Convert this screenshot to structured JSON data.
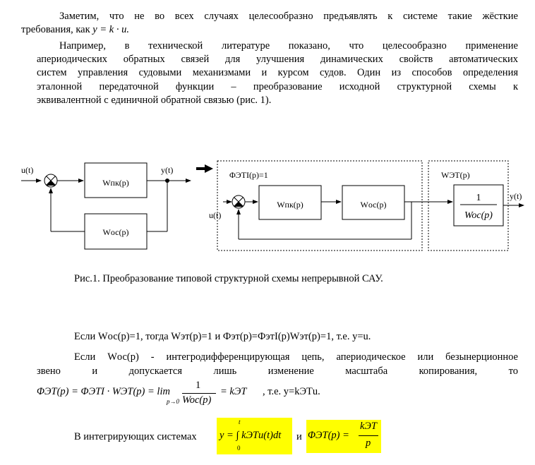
{
  "paragraphs": {
    "p1_line1": "Заметим, что не во всех случаях целесообразно предъявлять к системе такие жёсткие",
    "p1_line2_prefix": "требования, как",
    "p1_formula": "y = k · u.",
    "p2_line1": "Например, в технической литературе показано, что целесообразно применение",
    "p2_line2": "апериодических обратных связей для улучшения динамических свойств автоматических",
    "p2_line3": "систем управления судовыми механизмами и курсом судов. Один из способов определения",
    "p2_line4": "эталонной передаточной функции – преобразование исходной структурной схемы к",
    "p2_line5": "эквивалентной с единичной обратной связью (рис. 1)."
  },
  "diagram": {
    "input_left": "u(t)",
    "output_left": "y(t)",
    "block_pk_left": "Wпк(p)",
    "block_oc_left": "Wос(p)",
    "phi_label": "ΦЭТI(p)=1",
    "input_right": "u(t)",
    "block_pk_right": "Wпк(p)",
    "block_oc_right": "Wос(p)",
    "wet_label": "WЭТ(p)",
    "frac_num": "1",
    "frac_den": "Woc(p)",
    "output_right": "y(t)"
  },
  "caption": "Рис.1. Преобразование типовой структурной схемы непрерывной САУ.",
  "bottom": {
    "line1": "Если Wос(p)=1, тогда Wэт(p)=1 и Фэт(p)=ФэтI(p)Wэт(p)=1, т.е. y=u.",
    "line2": "Если Wос(p) - интегродифференцирующая цепь, апериодическое или безынерционное",
    "line3": [
      "звено",
      "и",
      "допускается",
      "лишь",
      "изменение",
      "масштаба",
      "копирования,",
      "то"
    ],
    "formula_lhs": "ΦЭТ(p) = ΦЭТI · WЭТ(p) = lim",
    "formula_lim_sub": "p→0",
    "formula_frac_num": "1",
    "formula_frac_den": "Woc(p)",
    "formula_rhs": "= kЭТ",
    "formula_tail": ", т.е. y=kЭТu.",
    "line5_prefix": "В интегрирующих системах",
    "int_formula": "y = ∫ kЭТu(t)dt",
    "int_upper": "t",
    "int_lower": "0",
    "and_word": "и",
    "phi_formula_lhs": "ΦЭТ(p) =",
    "phi_num": "kЭТ",
    "phi_den": "p",
    "highlight_color": "#ffff00"
  }
}
